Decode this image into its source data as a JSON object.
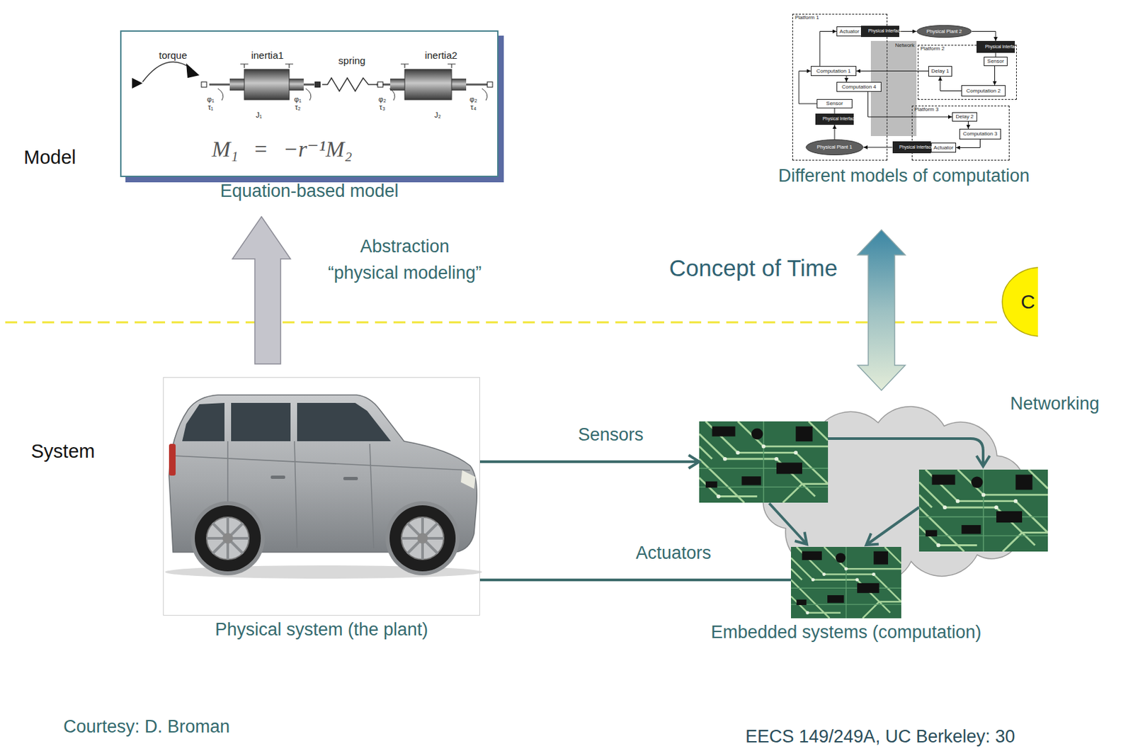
{
  "diagram": {
    "nodes": [
      {
        "text": [
          "Equation-based model"
        ]
      },
      {
        "text": [
          "Different models of computation"
        ]
      },
      {
        "text": [
          "Platform 1"
        ],
        "in": 1
      },
      {
        "text": [
          "Actuator"
        ],
        "in": 2
      },
      {
        "text": [
          "Physical Interface"
        ],
        "in": 2
      },
      {
        "text": [
          "Computation 1"
        ],
        "in": 2
      },
      {
        "text": [
          "Computation 4"
        ],
        "in": 2
      },
      {
        "text": [
          "Sensor"
        ],
        "in": 2
      },
      {
        "text": [
          "Physical Interface"
        ],
        "in": 2
      },
      {
        "text": [
          "Physical Plant 1"
        ],
        "in": 2
      },
      {
        "text": [
          "Physical Plant 2"
        ],
        "in": 1
      },
      {
        "text": [
          "Network"
        ],
        "in": 1
      },
      {
        "text": [
          "Platform 2"
        ],
        "in": 1
      },
      {
        "text": [
          "Physical Interface"
        ],
        "in": 12
      },
      {
        "text": [
          "Sensor"
        ],
        "in": 12
      },
      {
        "text": [
          "Delay 1"
        ],
        "in": 12
      },
      {
        "text": [
          "Computation 2"
        ],
        "in": 12
      },
      {
        "text": [
          "Platform 3"
        ],
        "in": 1
      },
      {
        "text": [
          "Delay 2"
        ],
        "in": 17
      },
      {
        "text": [
          "Computation 3"
        ],
        "in": 17
      },
      {
        "text": [
          "Actuator"
        ],
        "in": 17
      },
      {
        "text": [
          "Physical Interface"
        ],
        "in": 17
      },
      {
        "text": [
          "C"
        ]
      },
      {
        "text": [
          "Physical system (the plant)"
        ]
      },
      {
        "text": [
          "Networking"
        ]
      },
      {
        "text": [
          "Embedded systems (computation)"
        ],
        "in": 24
      }
    ],
    "edges": [
      {
        "from": 23,
        "to": 24,
        "label": "Sensors",
        "arrow": "to"
      },
      {
        "from": 25,
        "to": 23,
        "label": "Actuators",
        "arrow": "none"
      },
      {
        "from": 3,
        "to": 4,
        "arrow": "none"
      },
      {
        "from": 4,
        "to": 10,
        "arrow": "to"
      },
      {
        "from": 10,
        "to": 13,
        "arrow": "to"
      },
      {
        "from": 13,
        "to": 14,
        "arrow": "none"
      },
      {
        "from": 14,
        "to": 16,
        "arrow": "to"
      },
      {
        "from": 16,
        "to": 15,
        "arrow": "to"
      },
      {
        "from": 15,
        "to": 5,
        "arrow": "to"
      },
      {
        "from": 5,
        "to": 3,
        "arrow": "to"
      },
      {
        "from": 7,
        "to": 5,
        "arrow": "to"
      },
      {
        "from": 5,
        "to": 6,
        "arrow": "to"
      },
      {
        "from": 6,
        "to": 18,
        "arrow": "to"
      },
      {
        "from": 18,
        "to": 19,
        "arrow": "to"
      },
      {
        "from": 19,
        "to": 20,
        "arrow": "to"
      },
      {
        "from": 20,
        "to": 21,
        "arrow": "none"
      },
      {
        "from": 21,
        "to": 9,
        "arrow": "to"
      },
      {
        "from": 9,
        "to": 8,
        "arrow": "to"
      },
      {
        "from": 8,
        "to": 7,
        "arrow": "none"
      }
    ],
    "labels": [
      "torque",
      "inertia1",
      "spring",
      "inertia2",
      "φ₁",
      "τ₁",
      "J₁",
      "φ₁",
      "τ₂",
      "φ₂",
      "τ₃",
      "J₂",
      "φ₂",
      "τ₄",
      "M₁ = −r⁻¹M₂",
      "Model",
      "System",
      "Abstraction",
      "“physical modeling”",
      "Concept of Time",
      "Courtesy: D. Broman",
      "EECS 149/249A, UC Berkeley: 30"
    ]
  }
}
